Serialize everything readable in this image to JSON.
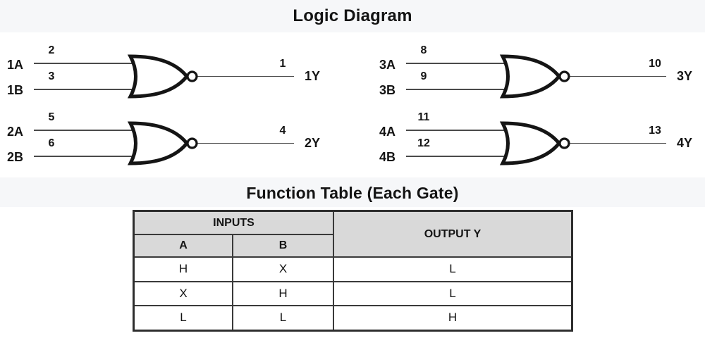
{
  "title": "Logic Diagram",
  "gates": [
    {
      "input_a": "1A",
      "pin_a": "2",
      "input_b": "1B",
      "pin_b": "3",
      "pin_y": "1",
      "output_y": "1Y"
    },
    {
      "input_a": "2A",
      "pin_a": "5",
      "input_b": "2B",
      "pin_b": "6",
      "pin_y": "4",
      "output_y": "2Y"
    },
    {
      "input_a": "3A",
      "pin_a": "8",
      "input_b": "3B",
      "pin_b": "9",
      "pin_y": "10",
      "output_y": "3Y"
    },
    {
      "input_a": "4A",
      "pin_a": "11",
      "input_b": "4B",
      "pin_b": "12",
      "pin_y": "13",
      "output_y": "4Y"
    }
  ],
  "gate_type": "NOR (OR body with inverter bubble)",
  "function_table": {
    "title": "Function Table (Each Gate)",
    "inputs_header": "INPUTS",
    "output_header": "OUTPUT Y",
    "col_a": "A",
    "col_b": "B",
    "rows": [
      {
        "a": "H",
        "b": "X",
        "y": "L"
      },
      {
        "a": "X",
        "b": "H",
        "y": "L"
      },
      {
        "a": "L",
        "b": "L",
        "y": "H"
      }
    ]
  },
  "colors": {
    "background": "#ffffff",
    "band_bg": "#f6f7f9",
    "text": "#141414",
    "wire": "#4a4a4a",
    "gate_stroke": "#151515",
    "table_border": "#3a3a3a",
    "table_header_bg": "#d9d9d9"
  }
}
